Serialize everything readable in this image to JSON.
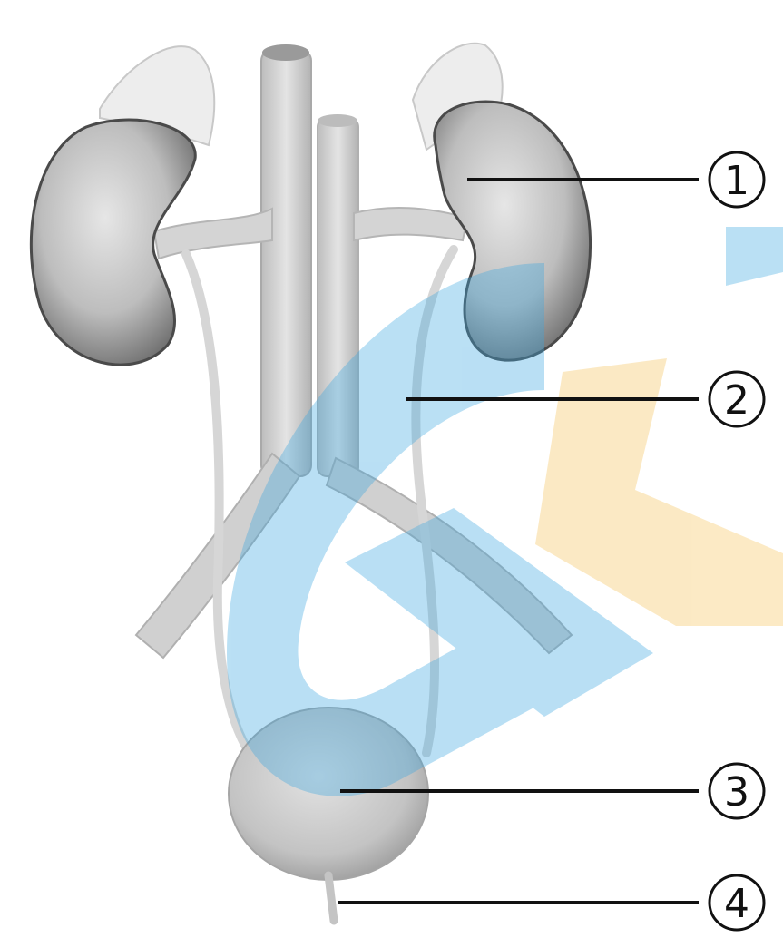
{
  "labels": [
    {
      "id": "1",
      "text": "1"
    },
    {
      "id": "2",
      "text": "2"
    },
    {
      "id": "3",
      "text": "3"
    },
    {
      "id": "4",
      "text": "4"
    }
  ],
  "colors": {
    "organ_gray": "#c9c9c9",
    "organ_shadow": "#7a7a7a",
    "vessel_light": "#d8d8d8",
    "watermark_blue": "#3aa6e0",
    "watermark_orange": "#f6c35a",
    "leader_line": "#111111"
  },
  "icons": {
    "watermark": "logo-watermark"
  }
}
